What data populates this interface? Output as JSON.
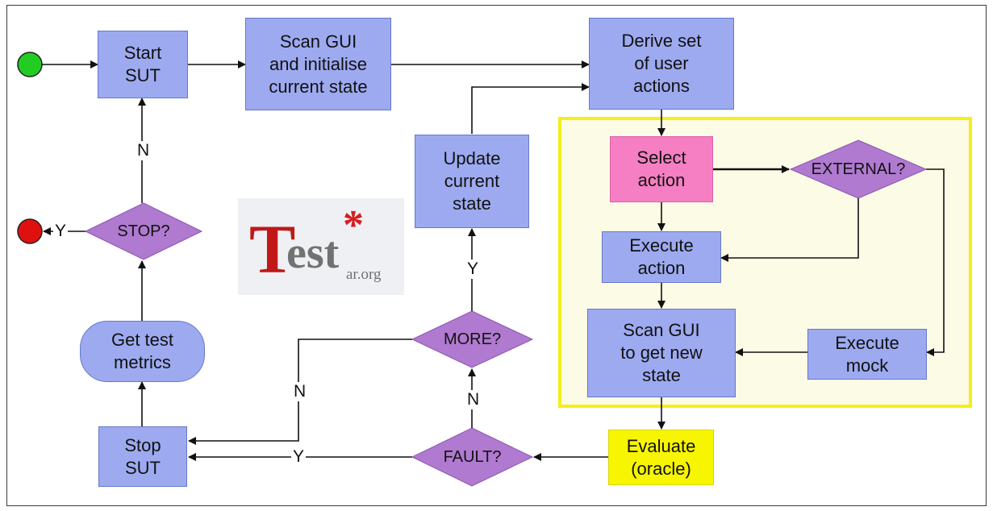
{
  "nodes": {
    "start_sut": "Start\nSUT",
    "scan_gui_init": "Scan GUI\nand initialise\ncurrent state",
    "derive_actions": "Derive set\nof user\nactions",
    "select_action": "Select\naction",
    "external": "EXTERNAL?",
    "execute_action": "Execute\naction",
    "scan_gui_new": "Scan GUI\nto get new\nstate",
    "execute_mock": "Execute\nmock",
    "update_state": "Update\ncurrent\nstate",
    "more": "MORE?",
    "fault": "FAULT?",
    "evaluate": "Evaluate\n(oracle)",
    "stop_sut": "Stop\nSUT",
    "get_metrics": "Get test\nmetrics",
    "stop": "STOP?"
  },
  "edge_labels": {
    "stop_no": "N",
    "stop_yes": "Y",
    "more_yes": "Y",
    "more_no": "N",
    "fault_no": "N",
    "fault_yes": "Y"
  },
  "logo": {
    "big_letter": "T",
    "rest": "est",
    "star": "*",
    "domain": "ar.org"
  },
  "colors": {
    "process": "#9daaf0",
    "decision": "#b07ad0",
    "select": "#f57fc2",
    "oracle": "#f7f500",
    "start": "#22cc22",
    "end": "#e01010",
    "highlight_zone": "#f5ee18"
  }
}
